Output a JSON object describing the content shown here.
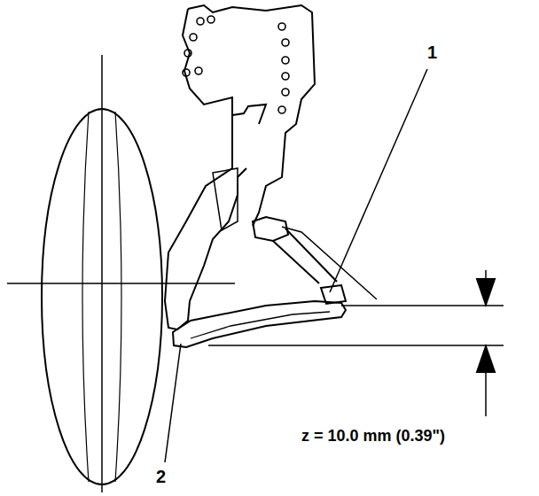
{
  "diagram": {
    "labels": [
      "1",
      "2",
      "z = 10.0 mm (0.39\")"
    ]
  }
}
